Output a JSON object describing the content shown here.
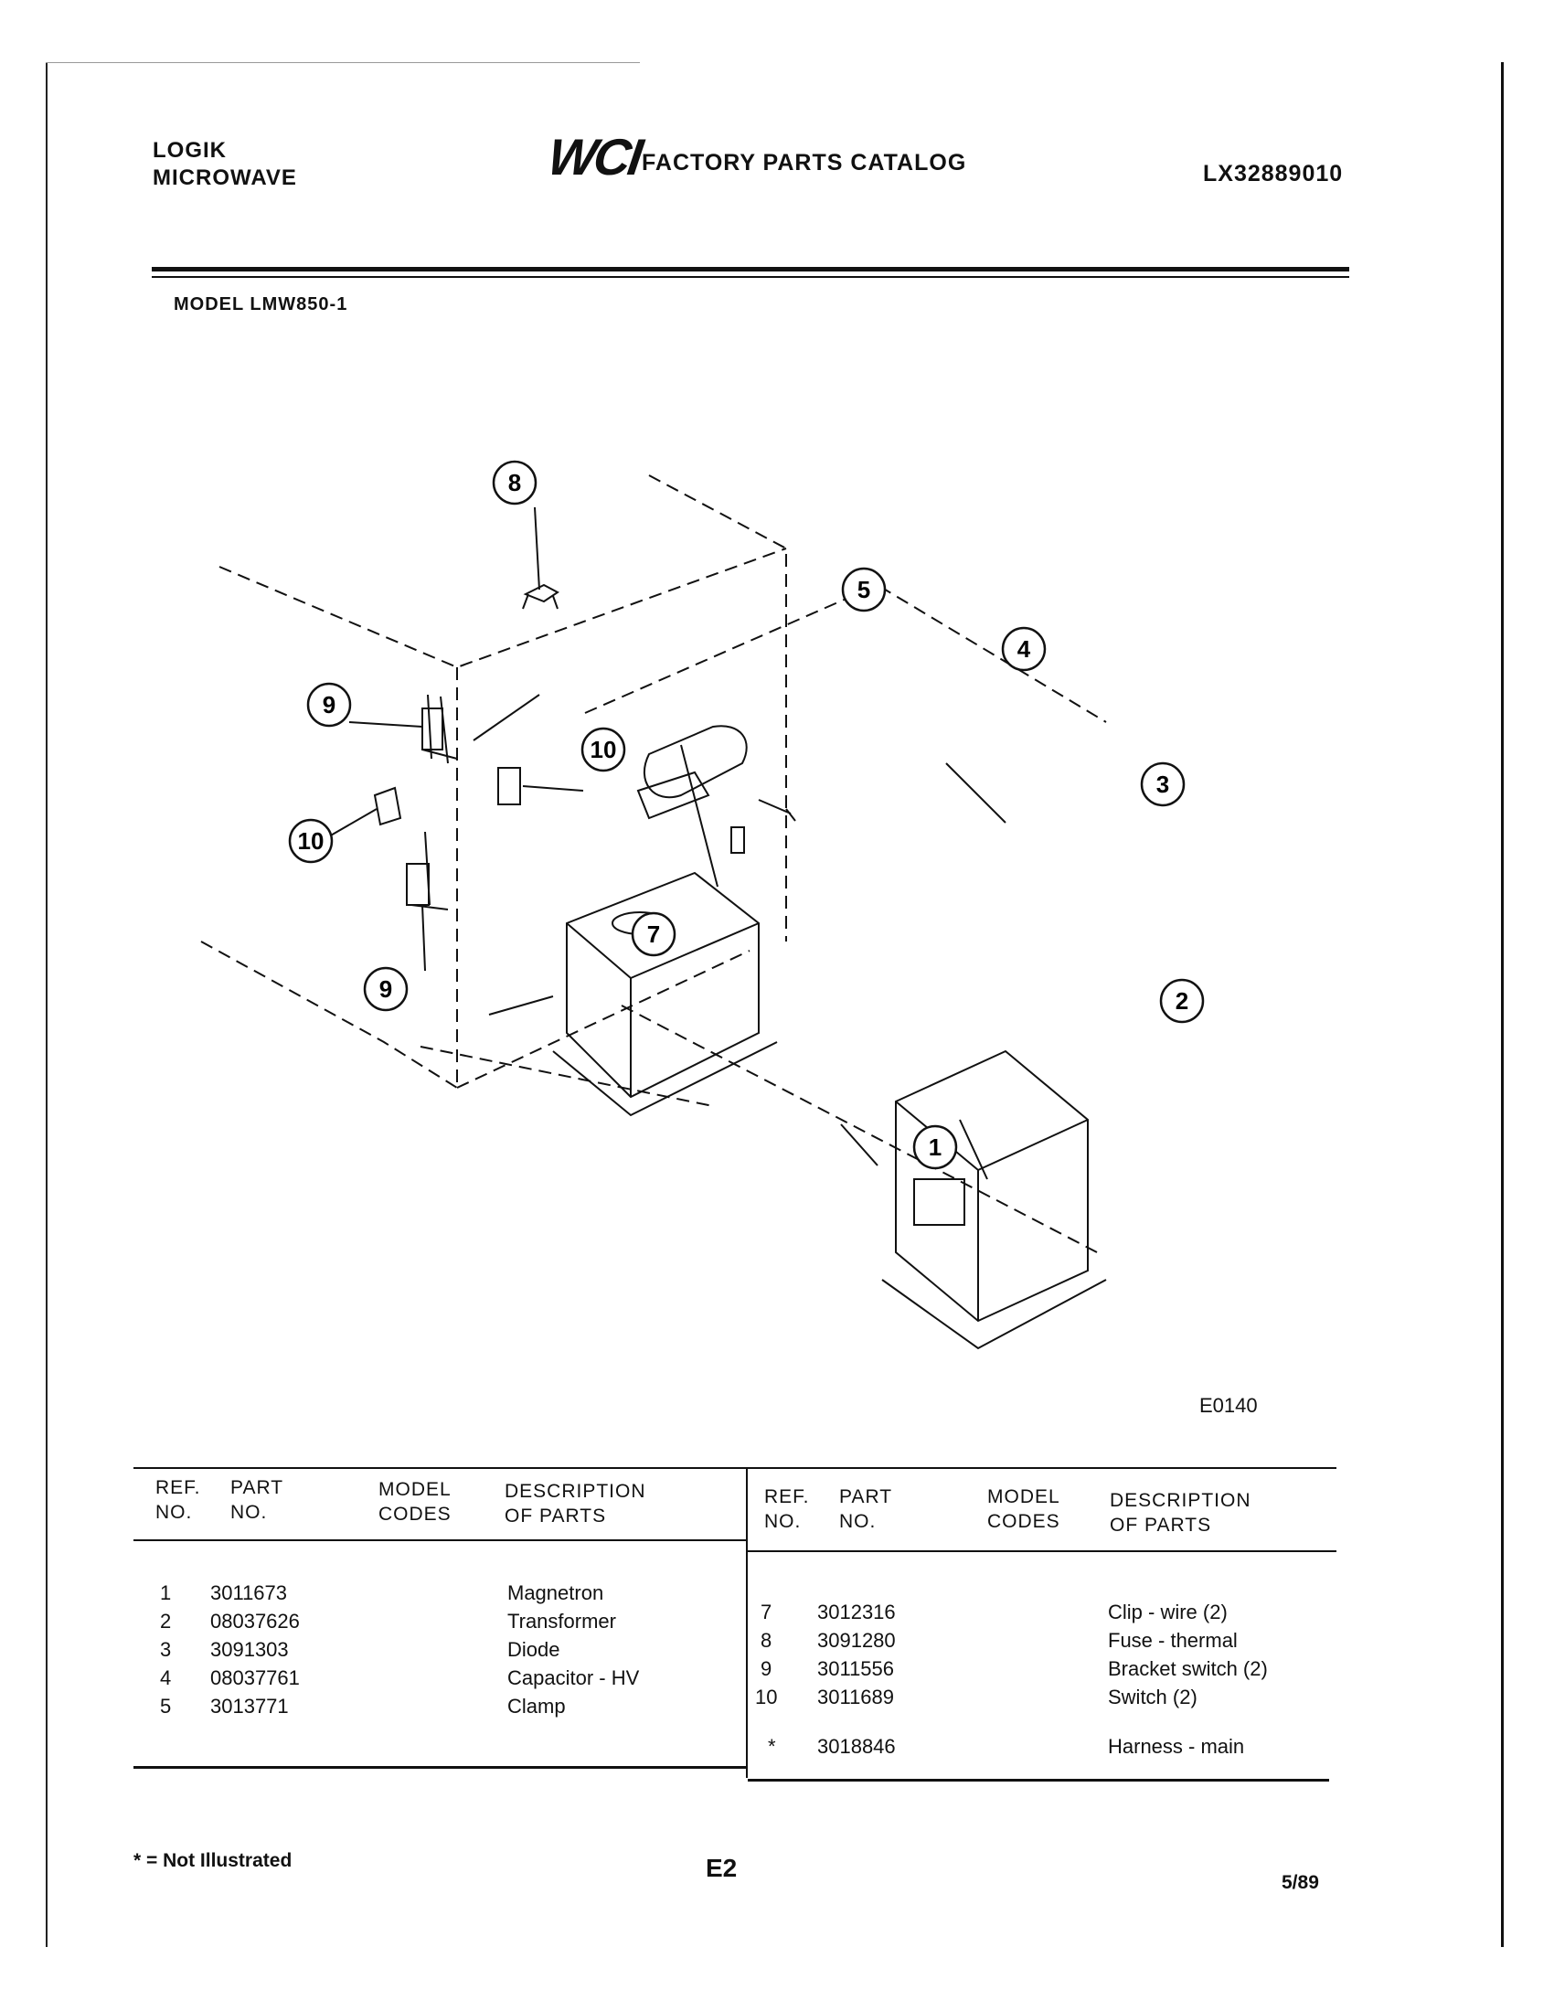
{
  "header": {
    "brand_line1": "LOGIK",
    "brand_line2": "MICROWAVE",
    "logo_text": "WCI",
    "catalog_title": "FACTORY PARTS CATALOG",
    "catalog_number": "LX32889010"
  },
  "model_label": "MODEL LMW850-1",
  "figure_code": "E0140",
  "callouts": [
    "8",
    "9",
    "10",
    "10",
    "9",
    "5",
    "4",
    "3",
    "7",
    "1",
    "2"
  ],
  "table": {
    "headers": {
      "ref_line1": "REF.",
      "ref_line2": "NO.",
      "part_line1": "PART",
      "part_line2": "NO.",
      "model_line1": "MODEL",
      "model_line2": "CODES",
      "desc_line1": "DESCRIPTION",
      "desc_line2": "OF PARTS"
    },
    "left_rows": [
      {
        "ref": "1",
        "part": "3011673",
        "desc": "Magnetron"
      },
      {
        "ref": "2",
        "part": "08037626",
        "desc": "Transformer"
      },
      {
        "ref": "3",
        "part": "3091303",
        "desc": "Diode"
      },
      {
        "ref": "4",
        "part": "08037761",
        "desc": "Capacitor - HV"
      },
      {
        "ref": "5",
        "part": "3013771",
        "desc": "Clamp"
      }
    ],
    "right_rows": [
      {
        "ref": "7",
        "part": "3012316",
        "desc": "Clip - wire (2)"
      },
      {
        "ref": "8",
        "part": "3091280",
        "desc": "Fuse - thermal"
      },
      {
        "ref": "9",
        "part": "3011556",
        "desc": "Bracket switch (2)"
      },
      {
        "ref": "10",
        "part": "3011689",
        "desc": "Switch (2)"
      },
      {
        "ref": "*",
        "part": "3018846",
        "desc": "Harness - main"
      }
    ]
  },
  "footer": {
    "note": "* = Not Illustrated",
    "page": "E2",
    "date": "5/89"
  }
}
